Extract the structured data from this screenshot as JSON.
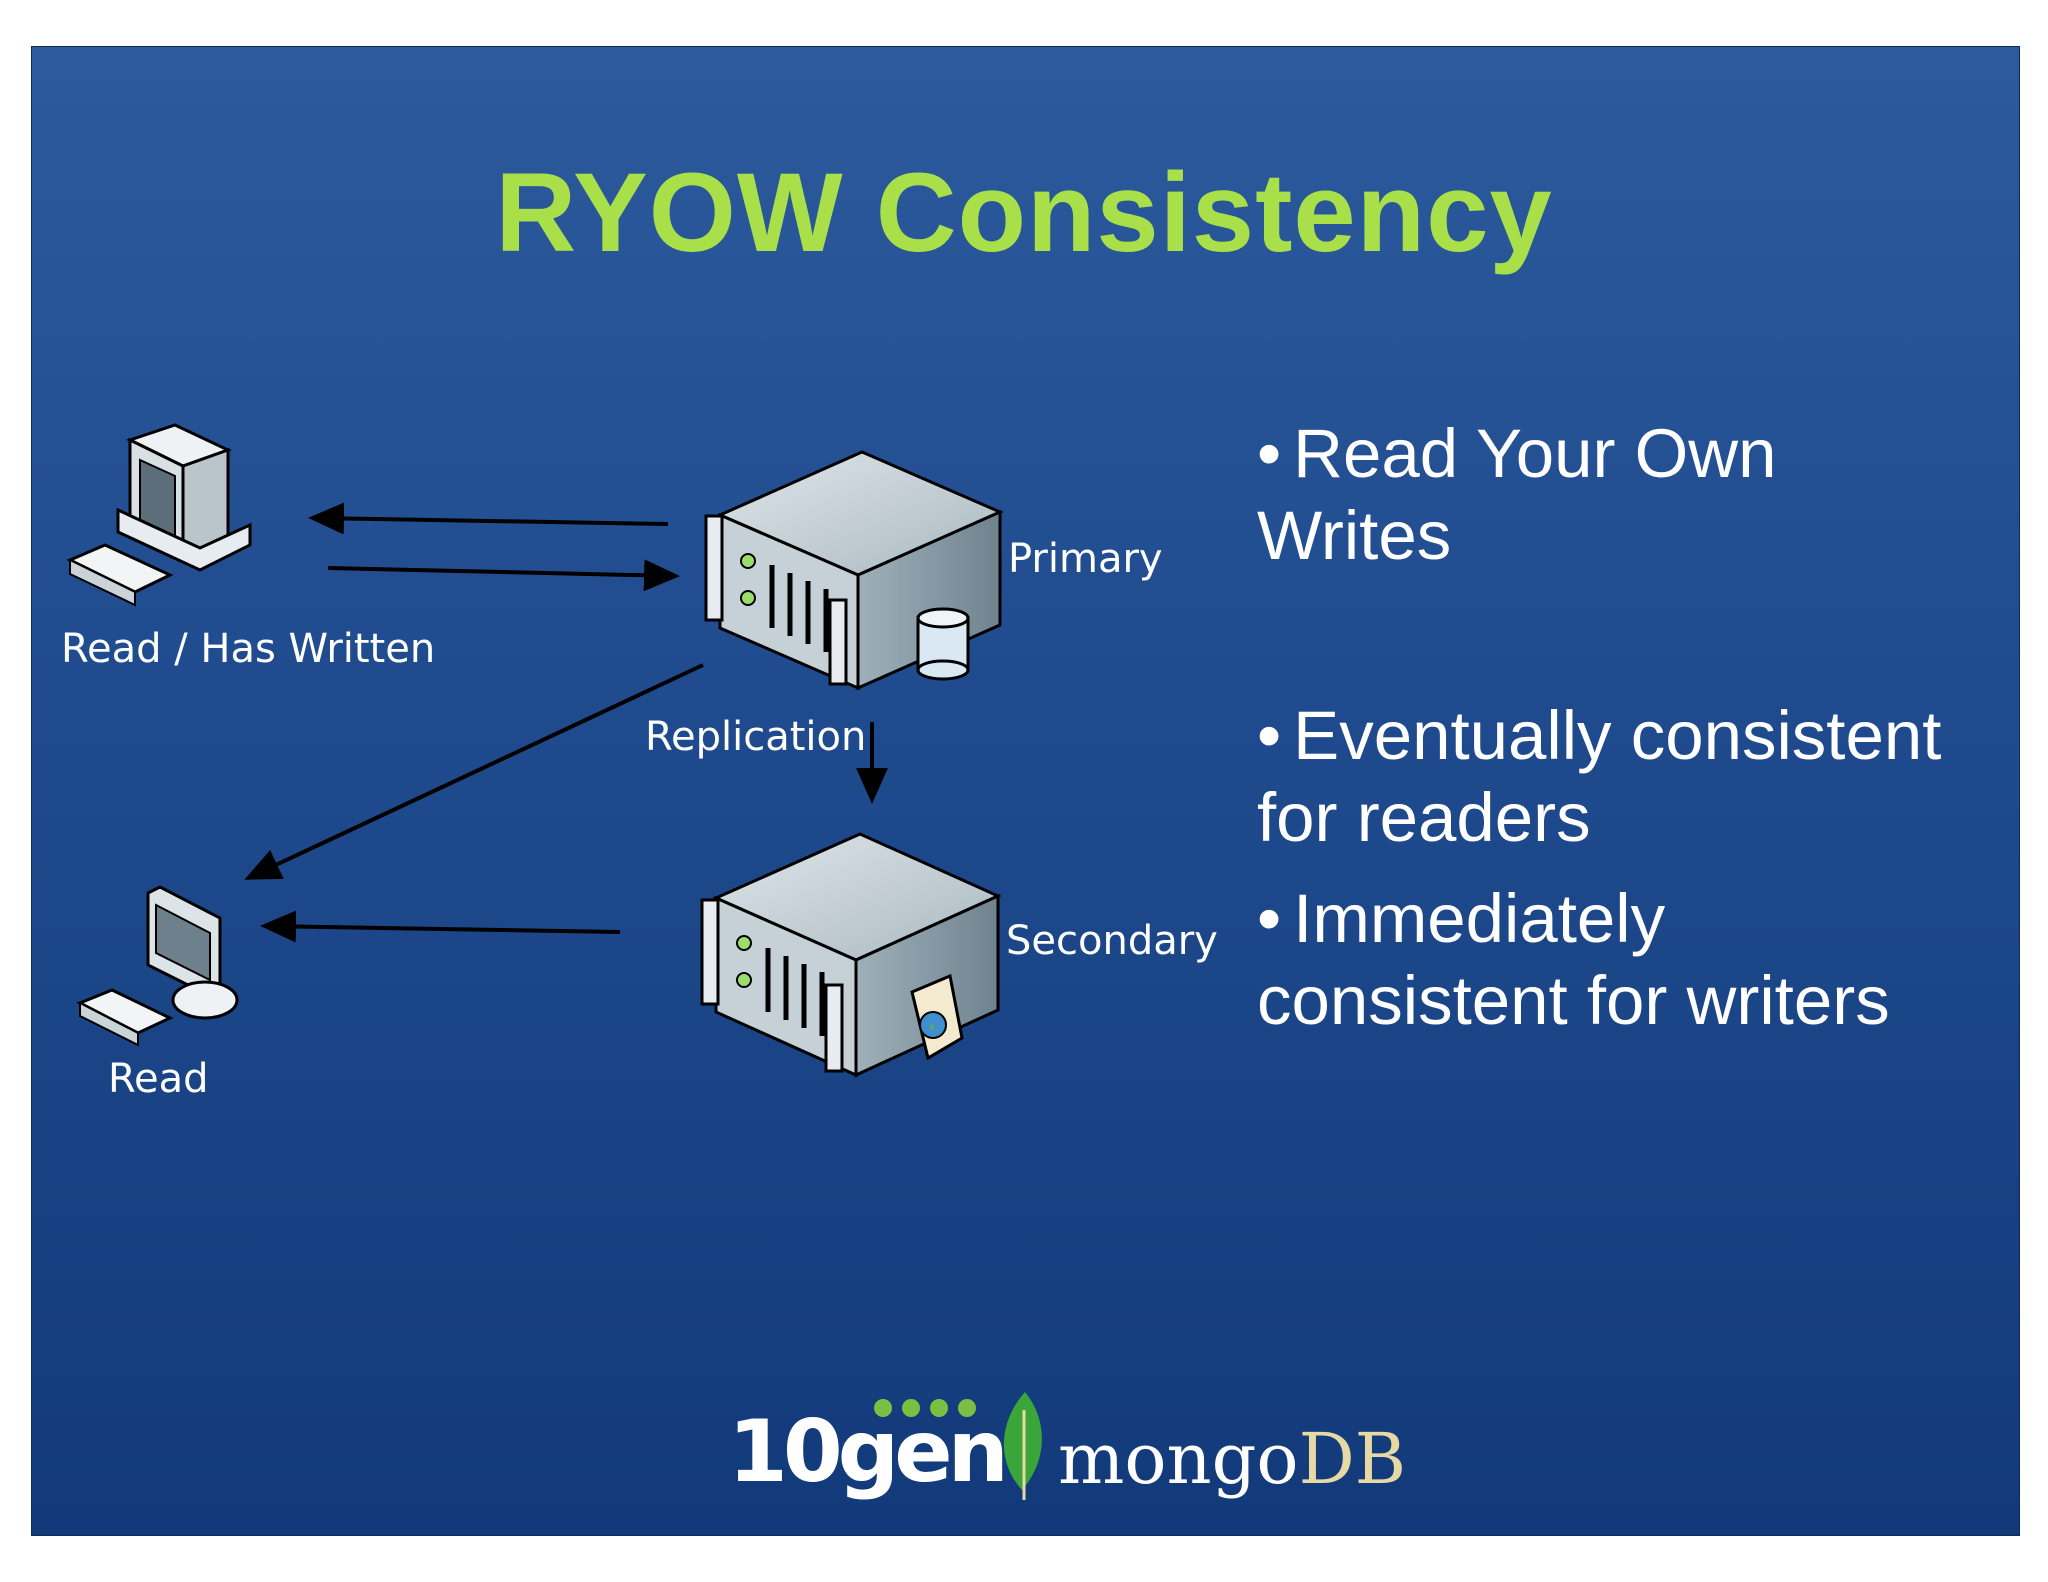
{
  "slide": {
    "title": "RYOW Consistency",
    "bullets": [
      {
        "bullet": "•",
        "text": "Read Your Own Writes"
      },
      {
        "bullet": "•",
        "text": "Eventually consistent for readers"
      },
      {
        "bullet": "•",
        "text": "Immediately consistent for writers"
      }
    ]
  },
  "diagram": {
    "writer_client_label": "Read /  Has Written",
    "reader_client_label": "Read",
    "primary_label": "Primary",
    "secondary_label": "Secondary",
    "replication_label": "Replication",
    "icons": [
      "desktop-computer-icon",
      "monitor-computer-icon",
      "server-icon",
      "database-cylinder-icon",
      "globe-document-icon"
    ]
  },
  "logo": {
    "company": "10gen",
    "product_part1": "mongo",
    "product_part2": "DB",
    "colors": {
      "title": "#a9e04a",
      "leaf": "#3aa63a",
      "dots": "#7bc042",
      "db_text": "#e7d8a4"
    }
  }
}
